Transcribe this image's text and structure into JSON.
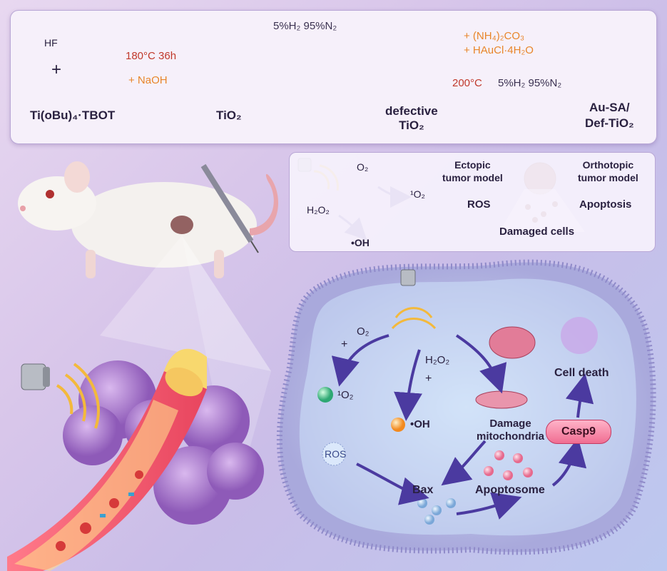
{
  "synthesis": {
    "hf_label": "HF",
    "plus": "+",
    "precursor_label": "Ti(oBu)₄·TBOT",
    "step1_condition": "180°C  36h",
    "step1_reagent": "+ NaOH",
    "tio2_label": "TiO₂",
    "step2_gas": "5%H₂  95%N₂",
    "defective_label_line1": "defective",
    "defective_label_line2": "TiO₂",
    "step3_reagent1": "+ (NH₄)₂CO₃",
    "step3_reagent2": "+ HAuCl·4H₂O",
    "step3_temp": "200°C",
    "step3_gas": "5%H₂  95%N₂",
    "product_line1": "Au-SA/",
    "product_line2": "Def-TiO₂"
  },
  "mechanism_panel": {
    "o2": "O₂",
    "singlet_o2": "¹O₂",
    "h2o2": "H₂O₂",
    "oh": "•OH",
    "ectopic_line1": "Ectopic",
    "ectopic_line2": "tumor model",
    "orthotopic_line1": "Orthotopic",
    "orthotopic_line2": "tumor model",
    "ros": "ROS",
    "apoptosis": "Apoptosis",
    "damaged_cells": "Damaged cells"
  },
  "cell": {
    "plus1": "+",
    "o2": "O₂",
    "singlet_o2": "¹O₂",
    "h2o2": "H₂O₂",
    "plus2": "+",
    "oh": "•OH",
    "damage_line1": "Damage",
    "damage_line2": "mitochondria",
    "cell_death": "Cell death",
    "casp9": "Casp9",
    "ros": "ROS",
    "bax": "Bax",
    "apoptosome": "Apoptosome"
  },
  "colors": {
    "arrow": "#4b3aa0",
    "orange_text": "#e8862a",
    "red_text": "#c0392b",
    "casp_fill": "#f06d92"
  }
}
